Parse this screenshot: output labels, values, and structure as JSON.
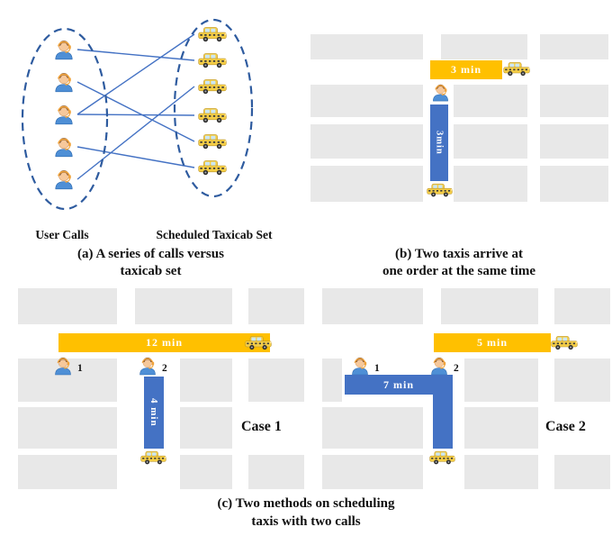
{
  "colors": {
    "orange_bar": "#FFC000",
    "blue_bar": "#4472C4",
    "city_block_gray": "#E8E8E8",
    "ellipse_dash_blue": "#2E5B9F",
    "assignment_line_blue": "#4472C4"
  },
  "panel_a": {
    "left_label": "User Calls",
    "right_label": "Scheduled Taxicab Set",
    "caption_line1": "(a) A series of calls versus",
    "caption_line2": "taxicab set"
  },
  "panel_b": {
    "horizontal_bar_label": "3 min",
    "vertical_bar_label": "3min",
    "caption_line1": "(b) Two taxis arrive at",
    "caption_line2": "one order at the same time"
  },
  "panel_c": {
    "case1": {
      "title": "Case 1",
      "horizontal_bar_label": "12 min",
      "vertical_bar_label": "4 min",
      "user1_number": "1",
      "user2_number": "2"
    },
    "case2": {
      "title": "Case 2",
      "horizontal_bar_label": "5 min",
      "vertical_bar_label": "7 min",
      "user1_number": "1",
      "user2_number": "2"
    },
    "caption_line1": "(c) Two methods on scheduling",
    "caption_line2": "taxis with two calls"
  }
}
